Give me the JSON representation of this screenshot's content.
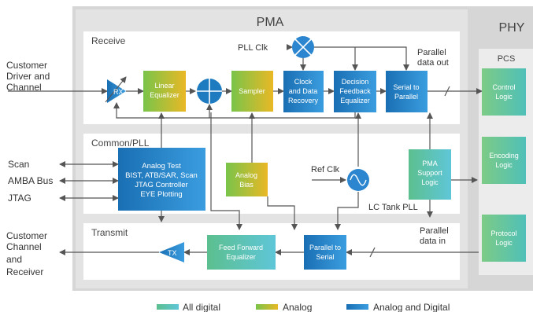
{
  "regions": {
    "phy": "PHY",
    "pma": "PMA",
    "pcs": "PCS",
    "receive": "Receive",
    "common": "Common/PLL",
    "transmit": "Transmit"
  },
  "external": {
    "customer_in": [
      "Customer",
      "Driver and",
      "Channel"
    ],
    "customer_out": [
      "Customer",
      "Channel",
      "and",
      "Receiver"
    ],
    "scan": "Scan",
    "amba": "AMBA Bus",
    "jtag": "JTAG"
  },
  "receive_chain": {
    "rx": "RX",
    "linear_equalizer": [
      "Linear",
      "Equalizer"
    ],
    "sampler": "Sampler",
    "cdr": [
      "Clock",
      "and Data",
      "Recovery"
    ],
    "dfe": [
      "Decision",
      "Feedback",
      "Equalizer"
    ],
    "s2p": [
      "Serial to",
      "Parallel"
    ],
    "pll_clk": "PLL Clk",
    "parallel_out": [
      "Parallel",
      "data out"
    ]
  },
  "common_blocks": {
    "analog_test": [
      "Analog Test",
      "BIST, ATB/SAR, Scan",
      "JTAG Controller",
      "EYE Plotting"
    ],
    "analog_bias": [
      "Analog",
      "Bias"
    ],
    "ref_clk": "Ref Clk",
    "lc_tank": "LC Tank PLL",
    "pma_support": [
      "PMA",
      "Support",
      "Logic"
    ]
  },
  "transmit_chain": {
    "tx": "TX",
    "ffe": [
      "Feed Forward",
      "Equalizer"
    ],
    "p2s": [
      "Parallel to",
      "Serial"
    ],
    "parallel_in": [
      "Parallel",
      "data in"
    ]
  },
  "pcs_blocks": {
    "control": [
      "Control",
      "Logic"
    ],
    "encoding": [
      "Encoding",
      "Logic"
    ],
    "protocol": [
      "Protocol",
      "Logic"
    ]
  },
  "legend": {
    "digital": "All digital",
    "analog": "Analog",
    "mixed": "Analog and Digital"
  },
  "colors": {
    "digital_from": "#5cbf8f",
    "digital_to": "#5ec4d6",
    "analog_from": "#6cc24a",
    "analog_to": "#e8b724",
    "mixed_from": "#1b73b8",
    "mixed_to": "#3498db",
    "gray_frame": "#d4d4d4",
    "pma_panel": "#e6e6e6"
  }
}
